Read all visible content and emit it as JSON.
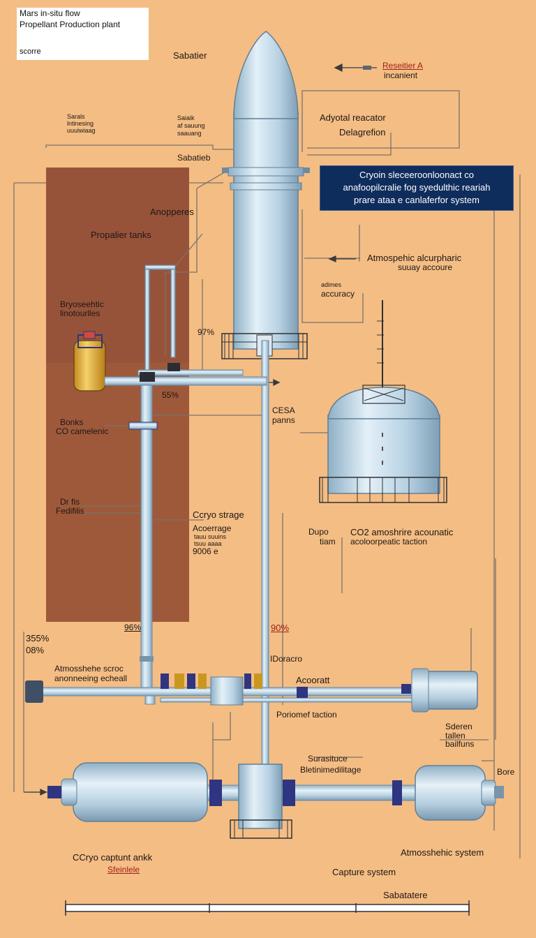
{
  "title": {
    "line1": "Mars in-situ flow",
    "line2": "Propellant Production plant",
    "line3": "scorre"
  },
  "banner": {
    "line1": "Cryoin sleceeroonloonact co",
    "line2": "anafoopilcralie fog syedulthic reariah",
    "line3": "prare ataa e          canlaferfor system"
  },
  "labels": {
    "sabatier_top": "Sabatier",
    "resolution": "Reseitier A",
    "incandent": "incanient",
    "small_left_1": "Sarals",
    "small_left_2": "lntinesing",
    "small_left_3": "uuuiwiaag",
    "small_mid_1": "Saiaik",
    "small_mid_2": "af sauung",
    "small_mid_3": "saauang",
    "adyotal": "Adyotal reacator",
    "delagrefion": "Delagrefion",
    "sabatieb": "Sabatieb",
    "anopperes": "Anopperes",
    "propalier": "Propalier tanks",
    "atmospheric_1": "Atmospehic alcurpharic",
    "atmospheric_2": "suuay accoure",
    "admes": "adimes",
    "accuracy": "accuracy",
    "bryosonic_1": "Bryoseehtic",
    "bryosonic_2": "linotourlles",
    "pct_97": "97%",
    "pct_55": "55%",
    "cesa_1": "CESA",
    "cesa_2": "panns",
    "bonks": "Bonks",
    "co_camelenic": "CO camelenic",
    "dr_fis": "Dr fis",
    "fedifilis": "Fedifilis",
    "cryo_strage": "Ccryo strage",
    "acoerrage": "Acoerrage",
    "small_cryo_1": "tauu suuins",
    "small_cryo_2": "tsuu aaaa",
    "p9006": "9006 e",
    "dupo_1": "Dupo",
    "dupo_2": "tiam",
    "co2_1": "CO2 amoshrire acounatic",
    "co2_2": "acoloorpeatic taction",
    "pct_355": "355%",
    "pct_08": "08%",
    "pct_96": "96%",
    "pct_90": "90%",
    "idoracro": "IDoracro",
    "atmos_scroc_1": "Atmosshehe scroc",
    "atmos_scroc_2": "anonneeing echeall",
    "acoorat": "Acooratt",
    "poriomel": "Poriomef taction",
    "sderen_1": "Sderen",
    "sderen_2": "tallen",
    "sderen_3": "bailfuns",
    "surasituce": "Surasituce",
    "bletinimed": "Bletinimedilitage",
    "bore": "Bore",
    "ccryo_capturt": "CCryo captunt ankk",
    "sfeinlele": "Sfeinlele",
    "atmos_system": "Atmosshehic system",
    "capture_system": "Capture system",
    "sabatatere": "Sabatatere"
  },
  "colors": {
    "background": "#f4bd84",
    "panel": "#8e4a34",
    "tank": "#bcd6e6",
    "pipe": "#bcd3e2",
    "banner": "#0f2d5c",
    "accent_red": "#a0201a",
    "wire": "#7b7368"
  }
}
